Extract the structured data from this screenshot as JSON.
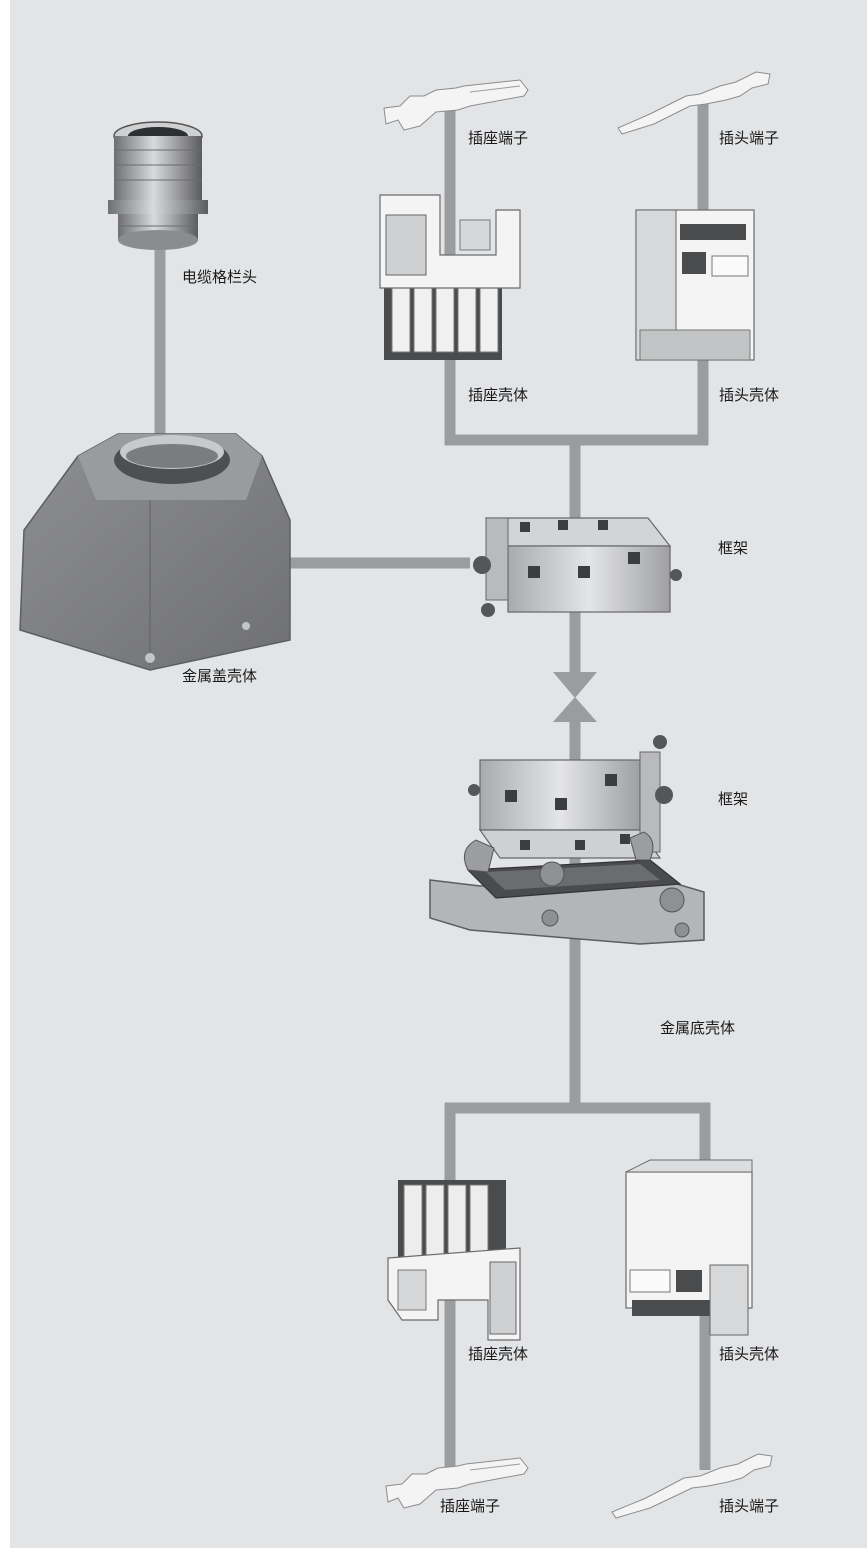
{
  "colors": {
    "background": "#e3e4e6",
    "connector_line": "#9b9c9e",
    "arrow": "#9b9c9e",
    "part_dark": "#7d7e80",
    "part_light": "#f2f2f2"
  },
  "labels": {
    "cable_gland": "电缆格栏头",
    "hood": "金属盖壳体",
    "top_socket_contact": "插座端子",
    "top_pin_contact": "插头端子",
    "top_socket_insert": "插座壳体",
    "top_pin_insert": "插头壳体",
    "frame_top": "框架",
    "frame_bottom": "框架",
    "housing_base": "金属底壳体",
    "bottom_socket_insert": "插座壳体",
    "bottom_pin_insert": "插头壳体",
    "bottom_socket_contact": "插座端子",
    "bottom_pin_contact": "插头端子"
  },
  "icons": {
    "cable_gland": "cable-gland-icon",
    "hood": "hood-housing-icon",
    "contact": "crimp-contact-icon",
    "insert": "connector-insert-icon",
    "frame": "hinged-frame-icon",
    "base": "bulkhead-housing-icon"
  }
}
